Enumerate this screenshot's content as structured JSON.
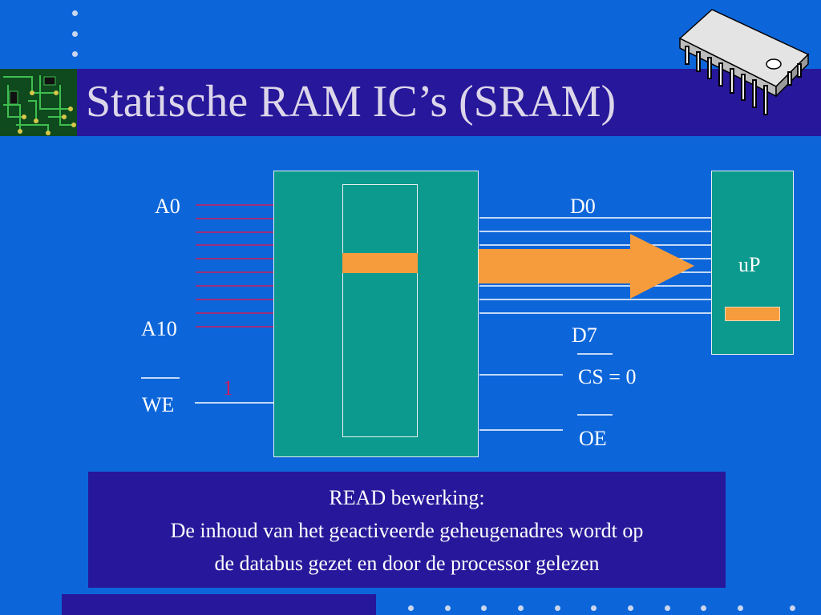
{
  "slide": {
    "title": "Statische RAM IC’s (SRAM)"
  },
  "diagram": {
    "address_first": "A0",
    "address_last": "A10",
    "data_first": "D0",
    "data_last": "D7",
    "we_label": "WE",
    "we_value": "1",
    "cs_label": "CS = 0",
    "oe_label": "OE",
    "processor_label": "uP"
  },
  "note": {
    "line1": "READ bewerking:",
    "line2": "De inhoud van het geactiveerde geheugenadres wordt op",
    "line3": "de databus gezet en door de processor gelezen"
  },
  "colors": {
    "background": "#0d66d9",
    "bar": "#27179a",
    "chip_body": "#0d9a8e",
    "highlight": "#f79c3c",
    "address_lines": "#cc1b5c"
  },
  "icons": [
    "circuit-board-icon",
    "ic-chip-icon"
  ]
}
